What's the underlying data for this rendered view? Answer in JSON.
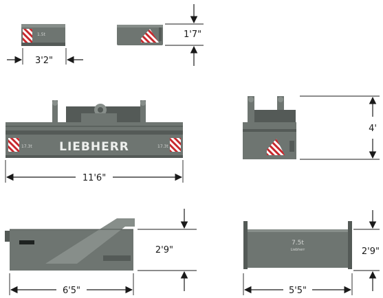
{
  "views": {
    "small_top_left": {
      "weight_label": "1.5t",
      "width_dim": "3'2\""
    },
    "small_top_right": {
      "height_dim": "1'7\""
    },
    "front": {
      "brand": "LIEBHERR",
      "weight_left": "17.3t",
      "weight_right": "17.3t",
      "length_dim": "11'6\""
    },
    "side": {
      "height_dim": "4'"
    },
    "bottom_left": {
      "height_dim": "2'9\"",
      "length_dim": "6'5\""
    },
    "bottom_right": {
      "weight_label": "7.5t",
      "sub_label": "Liebherr",
      "height_dim": "2'9\"",
      "width_dim": "5'5\""
    }
  },
  "colors": {
    "body": "#6e7571",
    "hazard_red": "#c8282d",
    "hazard_white": "#ffffff",
    "dimension_line": "#1a1a1a"
  }
}
